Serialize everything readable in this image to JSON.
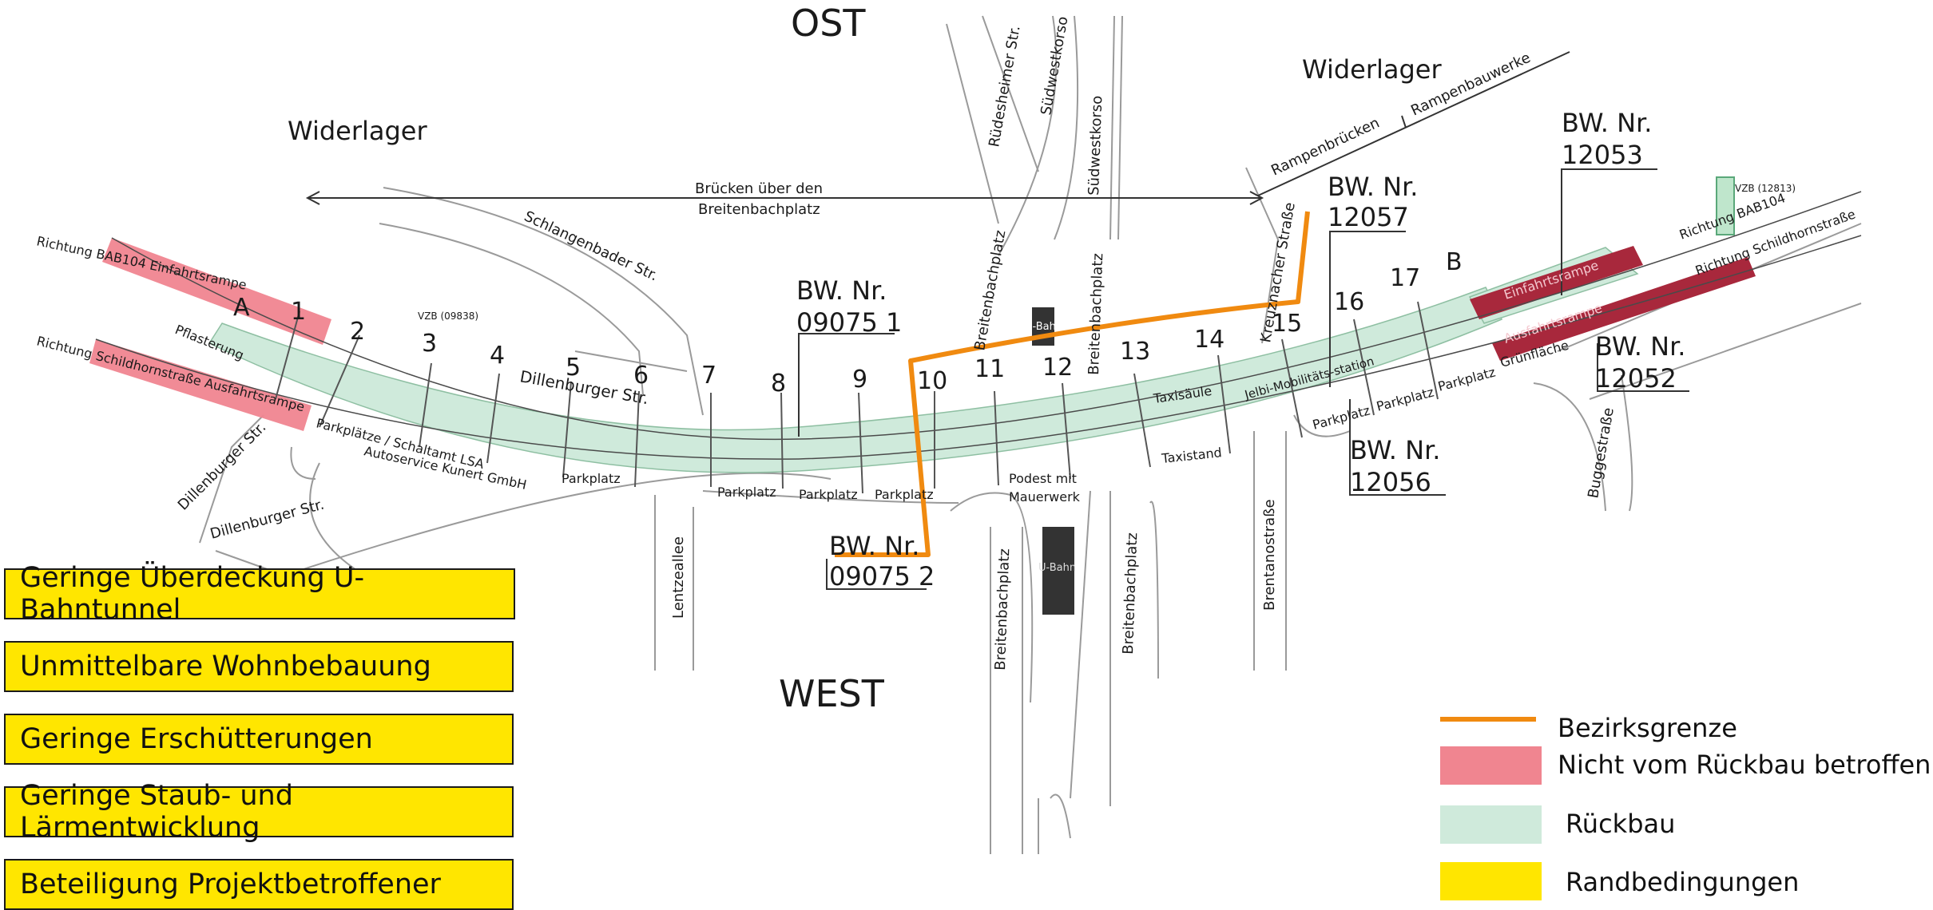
{
  "directions": {
    "north": "OST",
    "south": "WEST"
  },
  "widerlager_left": "Widerlager",
  "widerlager_right": "Widerlager",
  "bridge_label_line1": "Brücken über den",
  "bridge_label_line2": "Breitenbachplatz",
  "streets": {
    "schlangenbader": "Schlangenbader Str.",
    "dillenburger_top": "Dillenburger Str.",
    "dillenburger_left": "Dillenburger Str.",
    "dillenburger_bottom": "Dillenburger Str.",
    "ruedesheimer": "Rüdesheimer Str.",
    "suedwestkorso_1": "Südwestkorso",
    "suedwestkorso_2": "Südwestkorso",
    "breitenbachplatz_n1": "Breitenbachplatz",
    "breitenbachplatz_n2": "Breitenbachplatz",
    "breitenbachplatz_s1": "Breitenbachplatz",
    "breitenbachplatz_s2": "Breitenbachplatz",
    "kreuznacher": "Kreuznacher Straße",
    "lentzeallee": "Lentzeallee",
    "brentano": "Brentanostraße",
    "bugge": "Buggestraße",
    "rampenbruecken": "Rampenbrücken",
    "rampenbauwerke": "Rampenbauwerke",
    "richtung_bab104_left": "Richtung BAB104 Einfahrtsrampe",
    "richtung_schildhorn_left": "Richtung Schildhornstraße Ausfahrtsrampe",
    "richtung_bab104_right": "Richtung BAB104",
    "richtung_schildhorn_right": "Richtung Schildhornstraße",
    "einfahrtsrampe": "Einfahrtsrampe",
    "ausfahrtsrampe": "Ausfahrtsrampe",
    "vzb_left": "VZB (09838)",
    "vzb_right": "VZB (12813)",
    "pflasterung": "Pflasterung"
  },
  "pillar_labels": [
    "A",
    "1",
    "2",
    "3",
    "4",
    "5",
    "6",
    "7",
    "8",
    "9",
    "10",
    "11",
    "12",
    "13",
    "14",
    "15",
    "16",
    "17",
    "B"
  ],
  "ubahn_top": "U-Bahn",
  "ubahn_bottom": "U-Bahn",
  "area_labels": {
    "parkplaetze_lsa": "Parkplätze / Schaltamt LSA",
    "autoservice": "Autoservice Kunert GmbH",
    "parkplatz_a": "Parkplatz",
    "parkplatz_b": "Parkplatz",
    "parkplatz_c": "Parkplatz",
    "parkplatz_d": "Parkplatz",
    "podest_line1": "Podest mit",
    "podest_line2": "Mauerwerk",
    "taxisaeule": "Taxisäule",
    "taxistand": "Taxistand",
    "jelbi": "Jelbi-Mobilitäts-station",
    "parkplatz_e": "Parkplatz",
    "parkplatz_f": "Parkplatz",
    "parkplatz_g": "Parkplatz",
    "gruenflaeche": "Grünfläche"
  },
  "bw_numbers": {
    "bw_09075_1": {
      "line1": "BW. Nr.",
      "line2": "09075 1"
    },
    "bw_09075_2": {
      "line1": "BW. Nr.",
      "line2": "09075 2"
    },
    "bw_12057": {
      "line1": "BW. Nr.",
      "line2": "12057"
    },
    "bw_12053": {
      "line1": "BW. Nr.",
      "line2": "12053"
    },
    "bw_12052": {
      "line1": "BW. Nr.",
      "line2": "12052"
    },
    "bw_12056": {
      "line1": "BW. Nr.",
      "line2": "12056"
    }
  },
  "conditions": [
    "Geringe Überdeckung U-Bahntunnel",
    "Unmittelbare Wohnbebauung",
    "Geringe Erschütterungen",
    "Geringe Staub- und Lärmentwicklung",
    "Beteiligung Projektbetroffener"
  ],
  "legend": {
    "bezirksgrenze": "Bezirksgrenze",
    "nicht_betroffen": "Nicht vom Rückbau betroffen",
    "rueckbau": "Rückbau",
    "randbedingungen": "Randbedingungen"
  },
  "colors": {
    "bezirksgrenze": "#f08a10",
    "nicht_betroffen": "#f08590",
    "rueckbau": "#cfeadb",
    "randbedingungen": "#ffe600",
    "ramp_dark": "#a8283c"
  }
}
